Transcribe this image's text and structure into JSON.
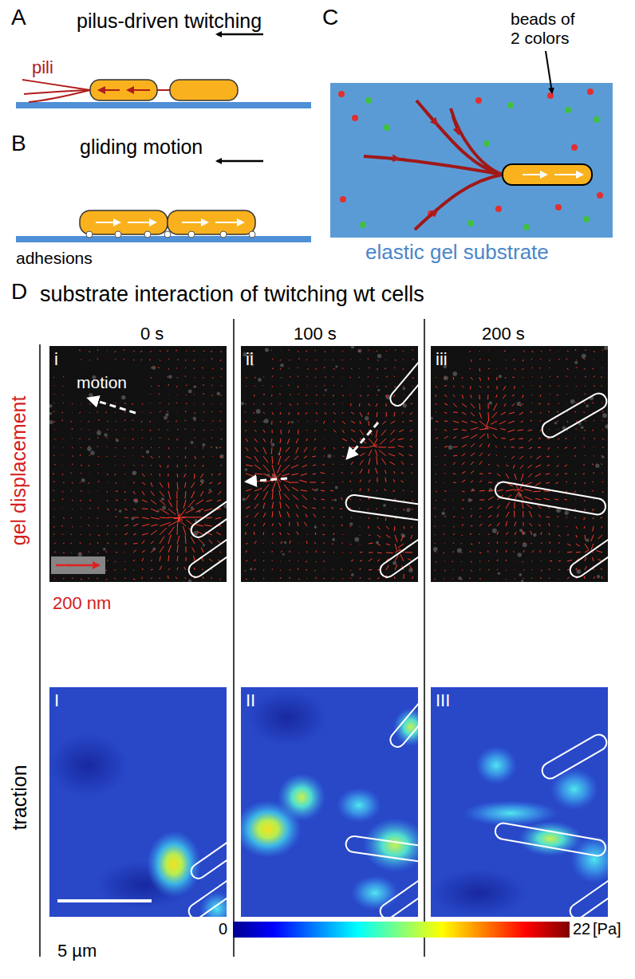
{
  "diagram": {
    "nodes": [
      {
        "text": [
          "i",
          "motion"
        ]
      },
      {
        "text": [
          "ii"
        ]
      },
      {
        "text": [
          "iii"
        ]
      },
      {
        "text": [
          "I"
        ]
      },
      {
        "text": [
          "II"
        ]
      },
      {
        "text": [
          "III"
        ]
      }
    ],
    "labels": [
      "A",
      "pilus-driven twitching",
      "pili",
      "B",
      "gliding motion",
      "adhesions",
      "C",
      "beads of 2 colors",
      "elastic gel substrate",
      "D",
      "substrate interaction of twitching wt cells",
      "0 s",
      "100 s",
      "200 s",
      "gel displacement",
      "200 nm",
      "traction",
      "5 µm",
      "0",
      "22",
      "[Pa]"
    ]
  }
}
